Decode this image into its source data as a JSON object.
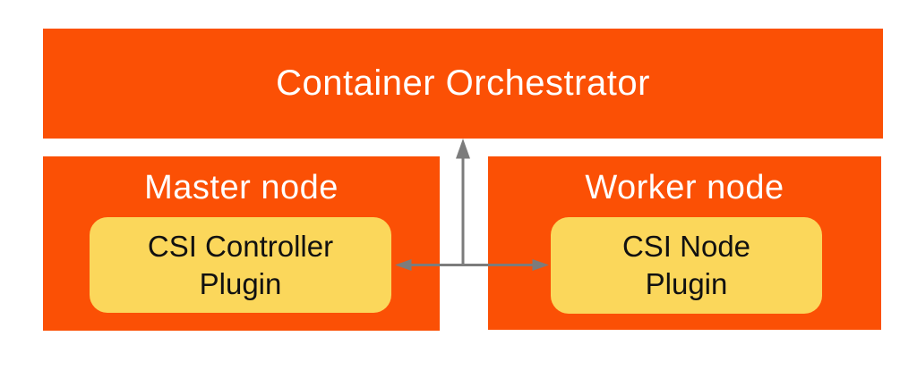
{
  "colors": {
    "box_orange": "#FB5005",
    "plugin_yellow": "#FBD75B",
    "arrow_gray": "#7C7C7C",
    "light_text": "#FFFFFF",
    "dark_text": "#111111",
    "background": "#FFFFFF"
  },
  "orchestrator": {
    "label": "Container Orchestrator"
  },
  "nodes": [
    {
      "title": "Master node",
      "plugin_label": "CSI Controller Plugin",
      "plugin_lines": [
        "CSI Controller",
        "Plugin"
      ]
    },
    {
      "title": "Worker node",
      "plugin_label": "CSI Node Plugin",
      "plugin_lines": [
        "CSI Node",
        "Plugin"
      ]
    }
  ],
  "arrows": [
    {
      "name": "plugins-to-orchestrator",
      "direction": "up",
      "from": "plugins link line",
      "to": "Container Orchestrator"
    },
    {
      "name": "controller-to-node",
      "direction": "both",
      "from": "CSI Controller Plugin",
      "to": "CSI Node Plugin"
    }
  ]
}
